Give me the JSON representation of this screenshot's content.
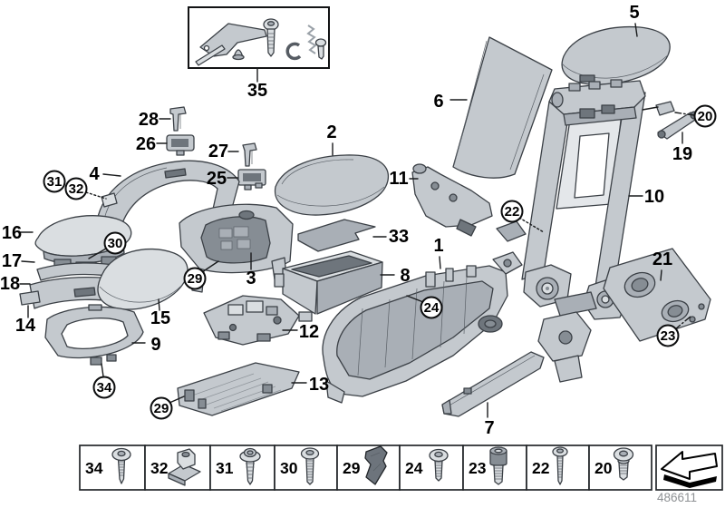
{
  "doc_number": "486611",
  "callouts": {
    "1": "1",
    "2": "2",
    "3": "3",
    "4": "4",
    "5": "5",
    "6": "6",
    "7": "7",
    "8": "8",
    "9": "9",
    "10": "10",
    "11": "11",
    "12": "12",
    "13": "13",
    "14": "14",
    "15": "15",
    "16": "16",
    "17": "17",
    "18": "18",
    "19": "19",
    "20": "20",
    "21": "21",
    "22": "22",
    "23": "23",
    "24": "24",
    "25": "25",
    "26": "26",
    "27": "27",
    "28": "28",
    "29": "29",
    "30": "30",
    "31": "31",
    "32": "32",
    "33": "33",
    "34": "34",
    "35": "35"
  },
  "circled_callouts": [
    "20",
    "22",
    "23",
    "24",
    "29",
    "30",
    "31",
    "32",
    "34"
  ],
  "legend": {
    "items": [
      {
        "number": "34",
        "icon": "pan-head-torx-screw"
      },
      {
        "number": "32",
        "icon": "captive-clip-nut"
      },
      {
        "number": "31",
        "icon": "washer-head-screw"
      },
      {
        "number": "30",
        "icon": "pan-head-machine-screw"
      },
      {
        "number": "29",
        "icon": "spring-steel-clip"
      },
      {
        "number": "24",
        "icon": "pan-head-short-screw"
      },
      {
        "number": "23",
        "icon": "socket-head-bolt"
      },
      {
        "number": "22",
        "icon": "self-tapping-screw"
      },
      {
        "number": "20",
        "icon": "shoulder-screw"
      }
    ],
    "arrow_icon": "direction-arrow"
  }
}
